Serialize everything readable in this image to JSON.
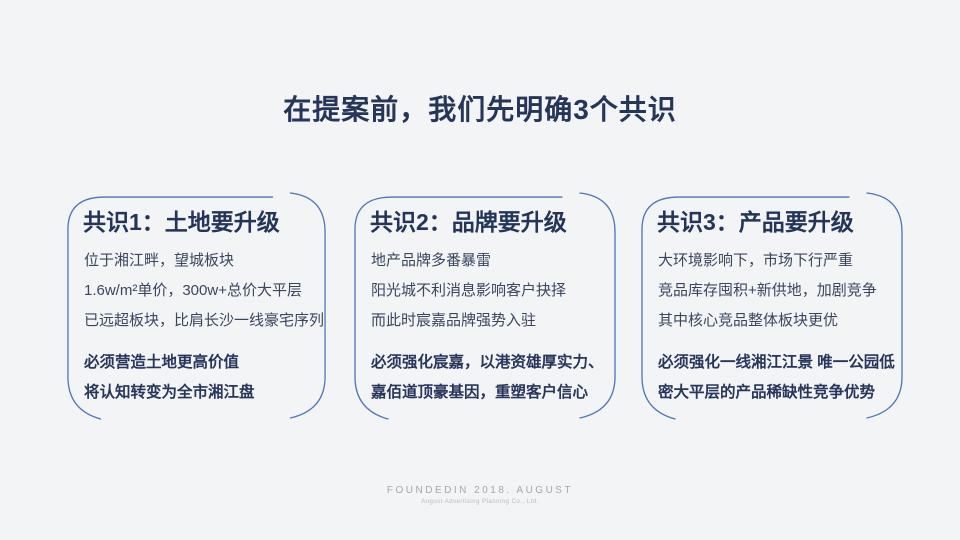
{
  "title": "在提案前，我们先明确3个共识",
  "cards": [
    {
      "header": "共识1：土地要升级",
      "body_lines": [
        "位于湘江畔，望城板块",
        "1.6w/m²单价，300w+总价大平层",
        "已远超板块，比肩长沙一线豪宅序列"
      ],
      "conclusion_lines": [
        "必须营造土地更高价值",
        "将认知转变为全市湘江盘"
      ]
    },
    {
      "header": "共识2：品牌要升级",
      "body_lines": [
        "地产品牌多番暴雷",
        "阳光城不利消息影响客户抉择",
        "而此时宸嘉品牌强势入驻"
      ],
      "conclusion_lines": [
        "必须强化宸嘉，以港资雄厚实力、",
        "嘉佰道顶豪基因，重塑客户信心"
      ]
    },
    {
      "header": "共识3：产品要升级",
      "body_lines": [
        "大环境影响下，市场下行严重",
        "竞品库存囤积+新供地，加剧竞争",
        "其中核心竞品整体板块更优"
      ],
      "conclusion_lines": [
        "必须强化一线湘江江景  唯一公园低",
        "密大平层的产品稀缺性竞争优势"
      ]
    }
  ],
  "footer": {
    "line1": "FOUNDEDIN 2018. AUGUST",
    "line2": "August Advertising Planning Co., Ltd."
  },
  "colors": {
    "background": "#f3f4f6",
    "heading_text": "#26365a",
    "body_text": "#3a465e",
    "card_border": "#4e74b6",
    "footer_text": "#a3a7ae"
  }
}
